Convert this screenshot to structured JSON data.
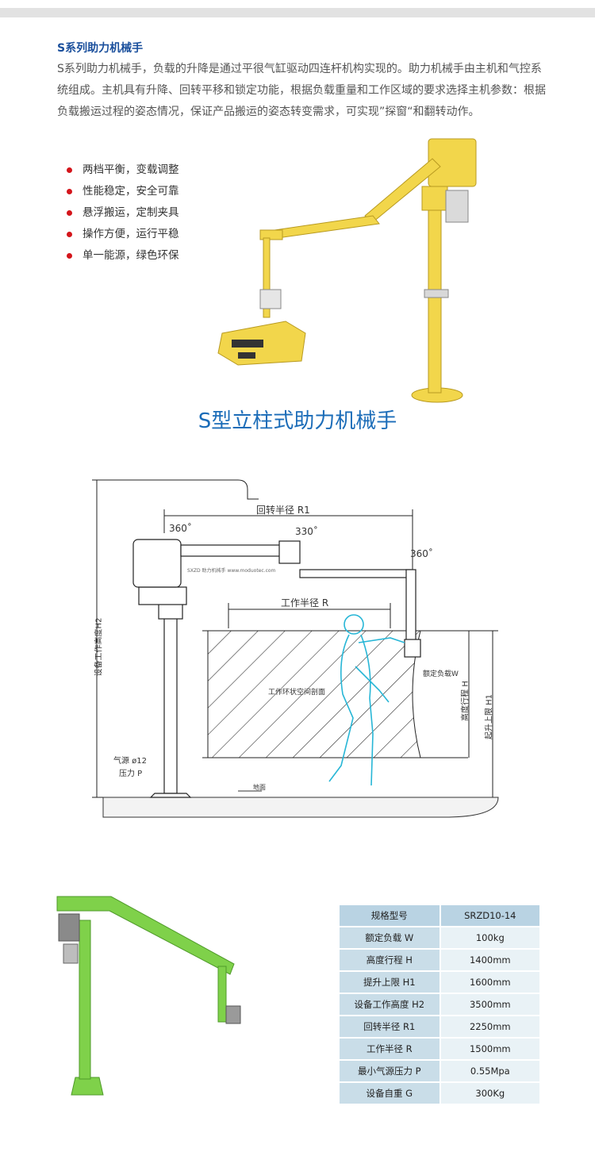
{
  "intro": {
    "heading": "S系列助力机械手",
    "paragraph": "S系列助力机械手，负载的升降是通过平很气缸驱动四连杆机构实现的。助力机械手由主机和气控系统组成。主机具有升降、回转平移和锁定功能，根据负载重量和工作区域的要求选择主机参数：根据负载搬运过程的姿态情况，保证产品搬运的姿态转变需求，可实现”探窗“和翻转动作。"
  },
  "features": [
    "两档平衡，变载调整",
    "性能稳定，安全可靠",
    "悬浮搬运，定制夹具",
    "操作方便，运行平稳",
    "单一能源，绿色环保"
  ],
  "product_title": "S型立柱式助力机械手",
  "diagram": {
    "r1_label": "回转半径 R1",
    "r_label": "工作半径 R",
    "angle_360_a": "360˚",
    "angle_330": "330˚",
    "angle_360_b": "360˚",
    "h2_label": "设备工作高度H2",
    "h_label": "高度行程 H",
    "h1_label": "起升上限 H1",
    "rated_load_label": "额定负载W",
    "workspace_label": "工作环状空间剖面",
    "air_source_label": "气源 ø12",
    "pressure_label": "压力 P",
    "ground_label": "地面",
    "brand_text": "SXZD 助力机械手 www.moduotec.com"
  },
  "spec_table": {
    "header": [
      "规格型号",
      "SRZD10-14"
    ],
    "rows": [
      [
        "额定负载 W",
        "100kg"
      ],
      [
        "高度行程 H",
        "1400mm"
      ],
      [
        "提升上限 H1",
        "1600mm"
      ],
      [
        "设备工作高度 H2",
        "3500mm"
      ],
      [
        "回转半径 R1",
        "2250mm"
      ],
      [
        "工作半径 R",
        "1500mm"
      ],
      [
        "最小气源压力 P",
        "0.55Mpa"
      ],
      [
        "设备自重 G",
        "300Kg"
      ]
    ]
  },
  "colors": {
    "heading": "#1a4f9c",
    "title_blue": "#1b6cb8",
    "bullet_red": "#d4151b",
    "photo_yellow": "#f2d64b",
    "render_green": "#7fd14a",
    "worker_cyan": "#27b6d6",
    "table_key_bg": "#c9dde8",
    "table_val_bg": "#e9f2f6"
  }
}
